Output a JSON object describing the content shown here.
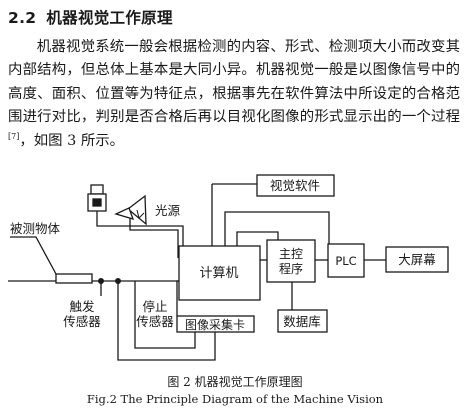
{
  "section": {
    "number": "2.2",
    "title": "机器视觉工作原理"
  },
  "paragraph": {
    "text": "机器视觉系统一般会根据检测的内容、形式、检测项大小而改变其内部结构，但总体上基本是大同小异。机器视觉一般是以图像信号中的高度、面积、位置等为特征点，根据事先在软件算法中所设定的合格范围进行对比，判别是否合格后再以目视化图像的形式显示出的一个过程",
    "citation": "[7]",
    "tail": "，如图 3 所示。"
  },
  "diagram": {
    "light_source": "光源",
    "object": "被测物体",
    "trigger_sensor": [
      "触发",
      "传感器"
    ],
    "stop_sensor": [
      "停止",
      "传感器"
    ],
    "capture_card": "图像采集卡",
    "computer": "计算机",
    "vision_software": "视觉软件",
    "main_program": [
      "主控",
      "程序"
    ],
    "database": "数据库",
    "plc": "PLC",
    "big_screen": "大屏幕"
  },
  "caption": {
    "cn": "图 2  机器视觉工作原理图",
    "en": "Fig.2  The Principle Diagram of the Machine Vision"
  }
}
